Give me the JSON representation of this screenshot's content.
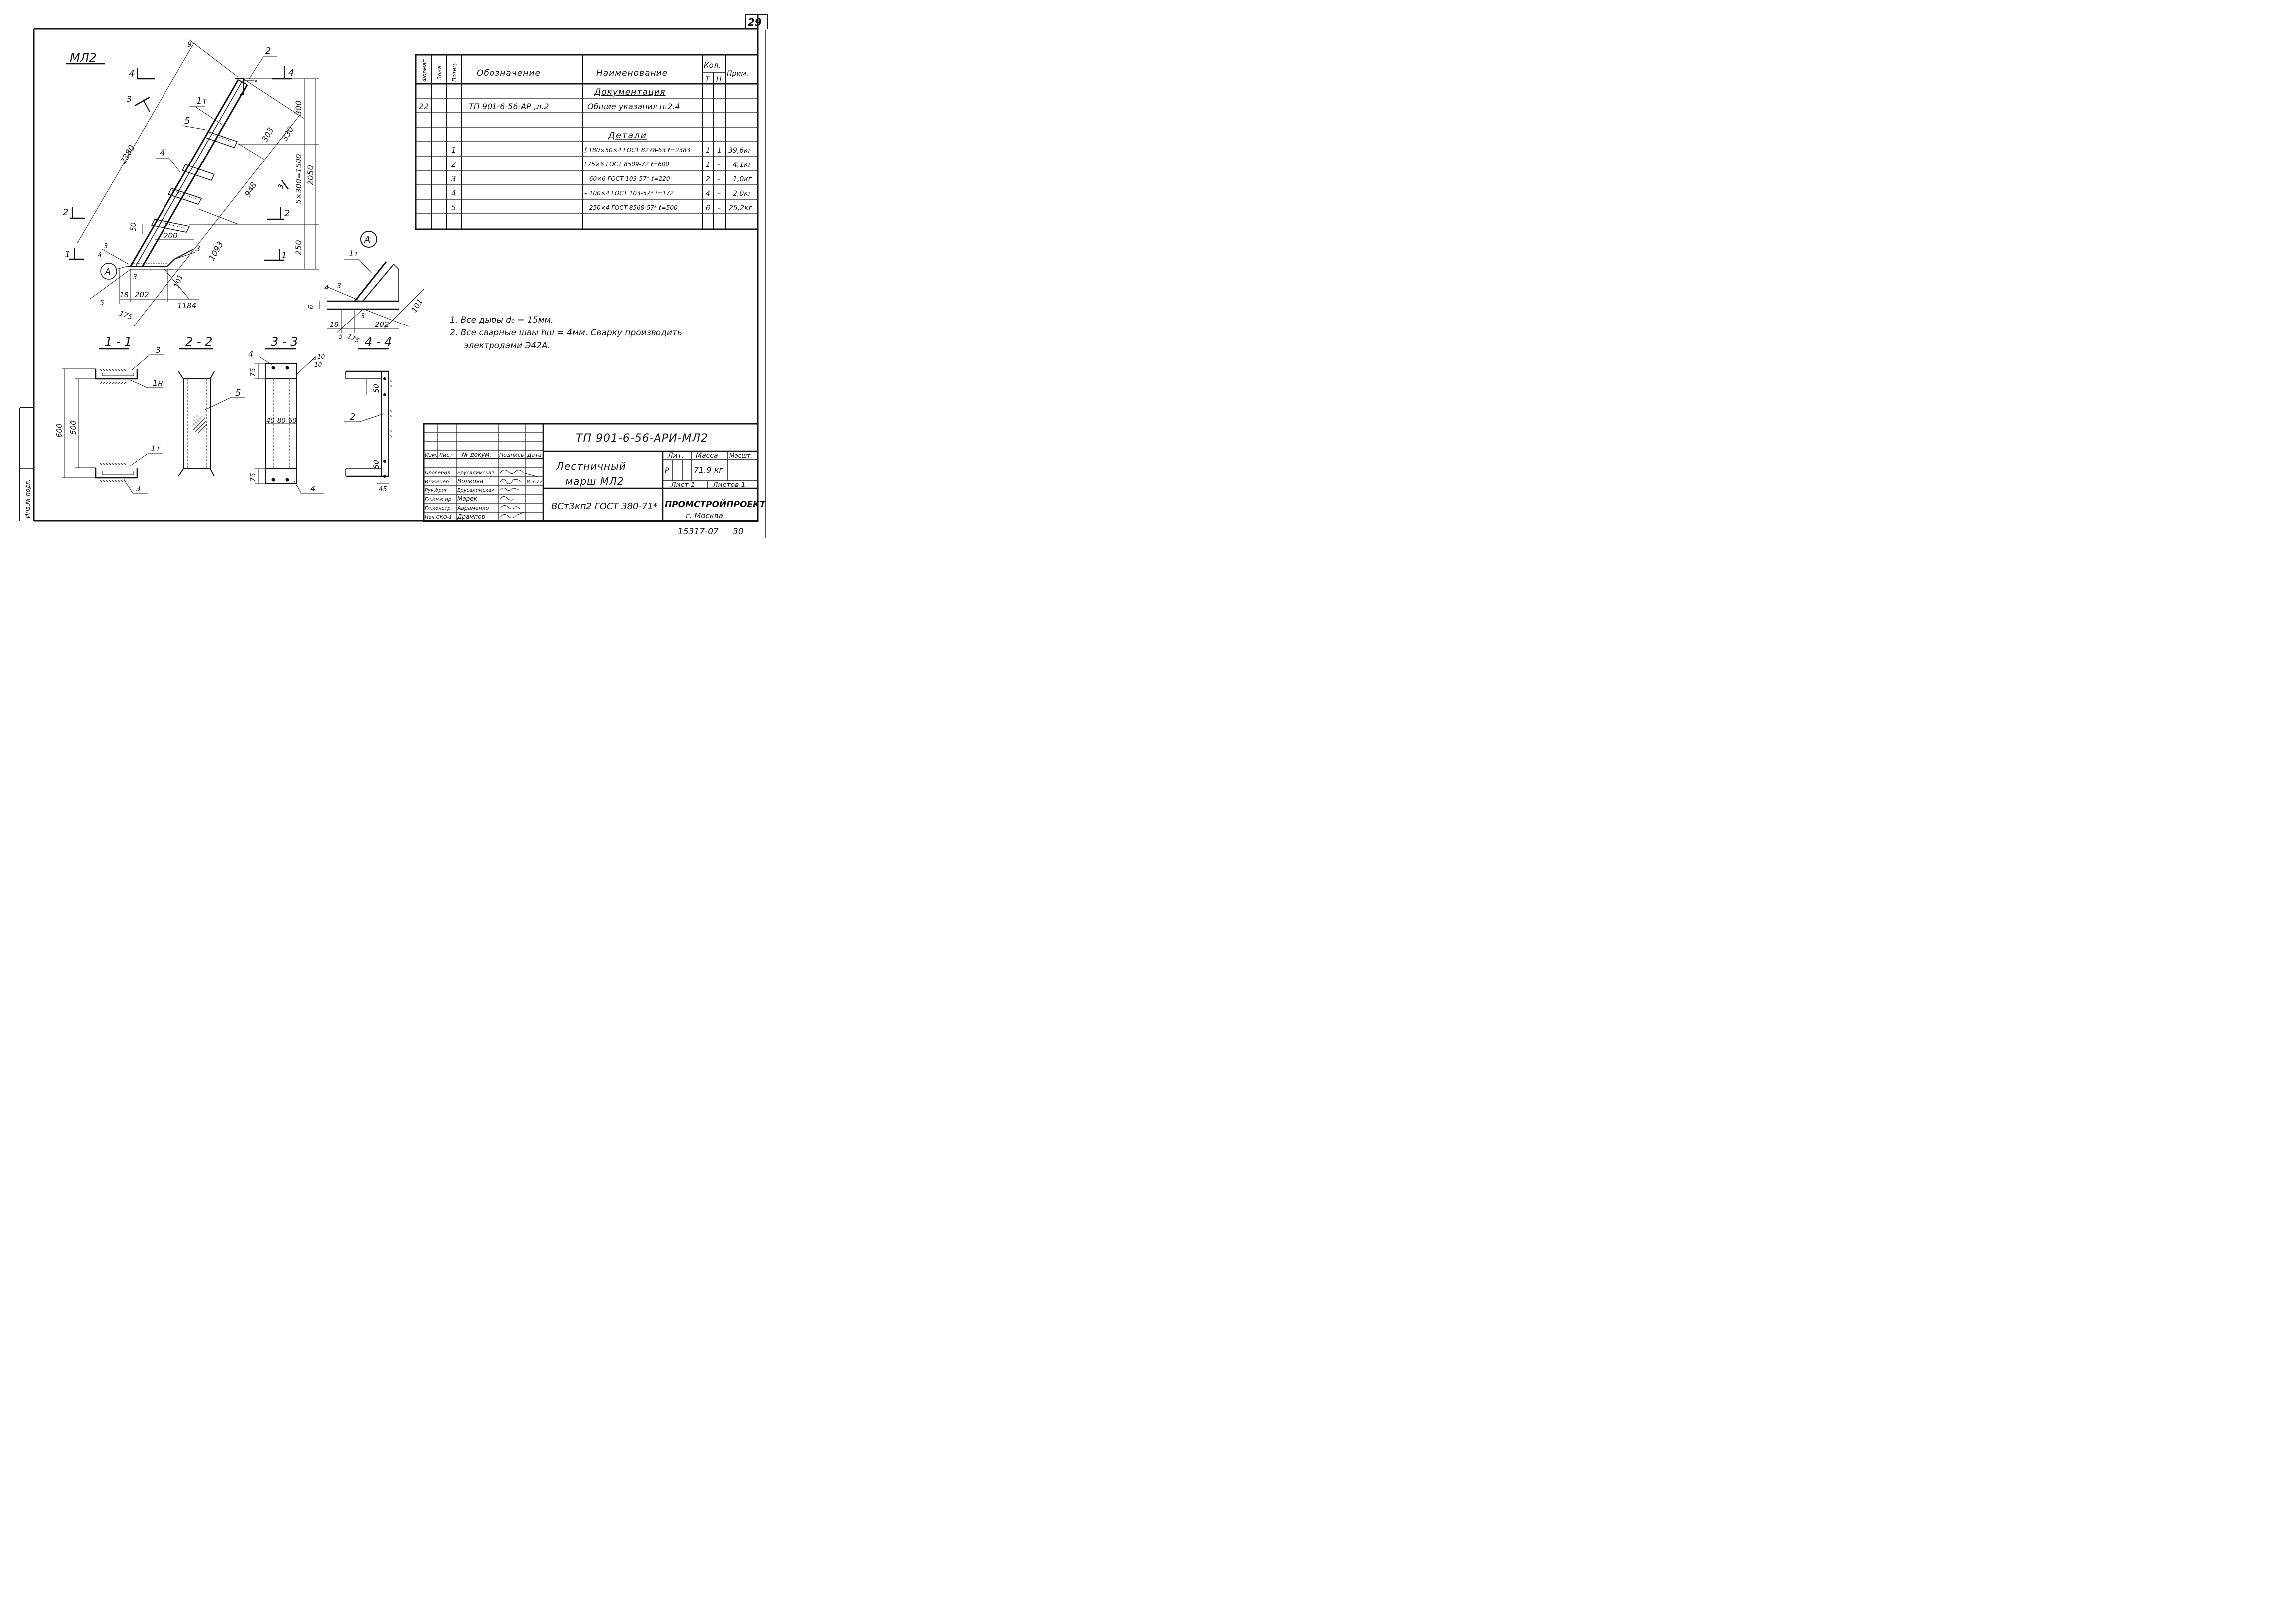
{
  "sheet": {
    "top_sheet_number": "29",
    "bottom_code": "15317-07",
    "bottom_page": "30",
    "left_margin_label": "Инв.№ подл."
  },
  "main_view": {
    "title": "МЛ2",
    "section_marks": [
      "4",
      "3",
      "2",
      "1",
      "4",
      "2",
      "1",
      "3"
    ],
    "dimensions": {
      "d2380": "2380",
      "d300": "300",
      "d303": "303",
      "d330": "330",
      "d5x300": "5×300=1500",
      "d2050": "2050",
      "d948": "948",
      "d250": "250",
      "d1093": "1093",
      "d50": "50",
      "d200": "200",
      "d101": "101",
      "d1184": "1184",
      "d175": "175",
      "d202": "202",
      "d18": "18",
      "d3": "3",
      "d4": "4",
      "d5": "5",
      "d9": "9"
    },
    "callouts": [
      "2",
      "1т",
      "5",
      "4",
      "3"
    ],
    "detail_marker": "А"
  },
  "detail_a": {
    "marker": "А",
    "callout": "1т",
    "dims": [
      "4",
      "3",
      "6",
      "3",
      "18",
      "202",
      "5",
      "175",
      "101"
    ]
  },
  "sections": {
    "s11": {
      "title": "1 - 1",
      "callouts": [
        "3",
        "1н",
        "1т",
        "3"
      ],
      "dims": [
        "600",
        "500"
      ]
    },
    "s22": {
      "title": "2 - 2",
      "callouts": [
        "5"
      ]
    },
    "s33": {
      "title": "3 - 3",
      "callouts": [
        "4",
        "10",
        "10",
        "4"
      ],
      "dims": [
        "75",
        "40",
        "80",
        "60",
        "75"
      ]
    },
    "s44": {
      "title": "4 - 4",
      "callouts": [
        "2"
      ],
      "dims": [
        "50",
        "50",
        "45"
      ]
    }
  },
  "notes": [
    "1. Все дыры d₀ = 15мм.",
    "2. Все сварные швы hш = 4мм. Сварку производить",
    "электродами Э42А."
  ],
  "spec_table": {
    "headers": {
      "format": "Формат",
      "zone": "Зона",
      "pos": "Позиц.",
      "designation": "Обозначение",
      "name": "Наименование",
      "qty": "Кол.",
      "qty_t": "Т",
      "qty_n": "Н",
      "note": "Прим."
    },
    "rows": [
      {
        "format": "",
        "pos": "",
        "designation": "",
        "name": "Документация",
        "t": "",
        "n": "",
        "note": ""
      },
      {
        "format": "22",
        "pos": "",
        "designation": "ТП 901-6-56-АР ,л.2",
        "name": "Общие указания п.2.4",
        "t": "",
        "n": "",
        "note": ""
      },
      {
        "format": "",
        "pos": "",
        "designation": "",
        "name": "",
        "t": "",
        "n": "",
        "note": ""
      },
      {
        "format": "",
        "pos": "",
        "designation": "",
        "name": "Детали",
        "t": "",
        "n": "",
        "note": ""
      },
      {
        "format": "",
        "pos": "1",
        "designation": "",
        "name": "[ 180×50×4 ГОСТ 8278-63 ℓ=2383",
        "t": "1",
        "n": "1",
        "note": "39,6кг"
      },
      {
        "format": "",
        "pos": "2",
        "designation": "",
        "name": "L75×6 ГОСТ 8509-72 ℓ=600",
        "t": "1",
        "n": "–",
        "note": "4,1кг"
      },
      {
        "format": "",
        "pos": "3",
        "designation": "",
        "name": "– 60×6 ГОСТ 103-57* ℓ=220",
        "t": "2",
        "n": "–",
        "note": "1,0кг"
      },
      {
        "format": "",
        "pos": "4",
        "designation": "",
        "name": "– 100×4 ГОСТ 103-57* ℓ=172",
        "t": "4",
        "n": "–",
        "note": "2,0кг"
      },
      {
        "format": "",
        "pos": "5",
        "designation": "",
        "name": "– 250×4 ГОСТ 8568-57* ℓ=500",
        "t": "6",
        "n": "–",
        "note": "25,2кг"
      },
      {
        "format": "",
        "pos": "",
        "designation": "",
        "name": "",
        "t": "",
        "n": "",
        "note": ""
      }
    ]
  },
  "title_block": {
    "doc_code": "ТП 901-6-56-АРИ-МЛ2",
    "title_line1": "Лестничный",
    "title_line2": "марш МЛ2",
    "material": "ВСт3кп2 ГОСТ 380-71*",
    "col_heads": [
      "Изм.",
      "Лист",
      "№ докум.",
      "Подпись",
      "Дата"
    ],
    "people": [
      {
        "role": "Проверил",
        "name": "Ерусалимская"
      },
      {
        "role": "Инженер",
        "name": "Волкова"
      },
      {
        "role": "Рук.бриг.",
        "name": "Ерусалимская"
      },
      {
        "role": "Гл.инж.пр.",
        "name": "Марек"
      },
      {
        "role": "Гл.констр.",
        "name": "Авраменко"
      },
      {
        "role": "Нач.СКО-1",
        "name": "Дрампов"
      }
    ],
    "date": "8.3.77",
    "lit_label": "Лит.",
    "mass_label": "Масса",
    "scale_label": "Масшт.",
    "lit_value": "Р",
    "mass_value": "71.9 кг",
    "sheet_label": "Лист 1",
    "sheets_label": "Листов 1",
    "org": "ПРОМСТРОЙПРОЕКТ",
    "city": "г. Москва"
  }
}
